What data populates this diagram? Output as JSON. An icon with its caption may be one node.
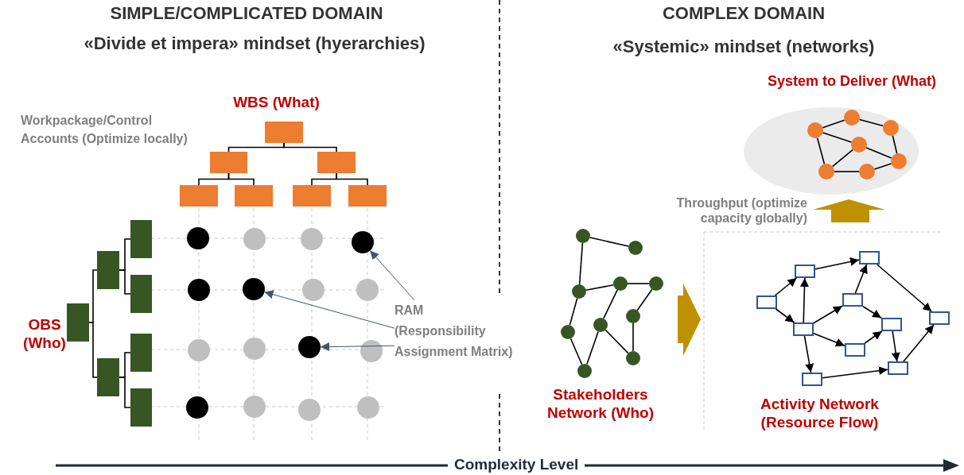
{
  "diagram": {
    "nodes": [
      {
        "text": [],
        "shape": "box"
      },
      {
        "text": [],
        "shape": "box"
      },
      {
        "text": [],
        "shape": "box"
      },
      {
        "text": [],
        "shape": "box"
      },
      {
        "text": [],
        "shape": "box"
      },
      {
        "text": [],
        "shape": "box"
      },
      {
        "text": [],
        "shape": "box"
      },
      {
        "text": [],
        "shape": "box"
      },
      {
        "text": [],
        "shape": "box"
      },
      {
        "text": [],
        "shape": "box"
      },
      {
        "text": [],
        "shape": "box"
      },
      {
        "text": [],
        "shape": "box"
      },
      {
        "text": [],
        "shape": "box"
      },
      {
        "text": [],
        "shape": "box"
      },
      {
        "text": [],
        "shape": "circle"
      },
      {
        "text": [],
        "shape": "circle"
      },
      {
        "text": [],
        "shape": "circle"
      },
      {
        "text": [],
        "shape": "circle"
      },
      {
        "text": [],
        "shape": "circle"
      },
      {
        "text": [],
        "shape": "circle"
      },
      {
        "text": [],
        "shape": "circle"
      },
      {
        "text": [],
        "shape": "circle"
      },
      {
        "text": [],
        "shape": "circle"
      },
      {
        "text": [],
        "shape": "circle"
      },
      {
        "text": [],
        "shape": "circle"
      },
      {
        "text": [],
        "shape": "circle"
      },
      {
        "text": [],
        "shape": "circle"
      },
      {
        "text": [],
        "shape": "circle"
      },
      {
        "text": [],
        "shape": "circle"
      },
      {
        "text": [],
        "shape": "circle"
      },
      {
        "text": [
          "RAM (Responsibility Assignment Matrix)"
        ]
      },
      {
        "text": [
          "System to Deliver (What)"
        ]
      },
      {
        "text": [],
        "shape": "circle",
        "in": 31
      },
      {
        "text": [],
        "shape": "circle",
        "in": 31
      },
      {
        "text": [],
        "shape": "circle",
        "in": 31
      },
      {
        "text": [],
        "shape": "circle",
        "in": 31
      },
      {
        "text": [],
        "shape": "circle",
        "in": 31
      },
      {
        "text": [],
        "shape": "circle",
        "in": 31
      },
      {
        "text": [],
        "shape": "circle",
        "in": 31
      },
      {
        "text": [],
        "shape": "circle"
      },
      {
        "text": [],
        "shape": "circle"
      },
      {
        "text": [],
        "shape": "circle"
      },
      {
        "text": [],
        "shape": "circle"
      },
      {
        "text": [],
        "shape": "circle"
      },
      {
        "text": [],
        "shape": "circle"
      },
      {
        "text": [],
        "shape": "circle"
      },
      {
        "text": [],
        "shape": "circle"
      },
      {
        "text": [],
        "shape": "circle"
      },
      {
        "text": [],
        "shape": "circle"
      },
      {
        "text": [],
        "shape": "box"
      },
      {
        "text": [],
        "shape": "box"
      },
      {
        "text": [],
        "shape": "box"
      },
      {
        "text": [],
        "shape": "box"
      },
      {
        "text": [],
        "shape": "box"
      },
      {
        "text": [],
        "shape": "box"
      },
      {
        "text": [],
        "shape": "box"
      },
      {
        "text": [],
        "shape": "box"
      },
      {
        "text": [],
        "shape": "box"
      },
      {
        "text": [],
        "shape": "box"
      }
    ],
    "edges": [
      {
        "from": 0,
        "to": 1,
        "arrow": "none"
      },
      {
        "from": 0,
        "to": 2,
        "arrow": "none"
      },
      {
        "from": 1,
        "to": 3,
        "arrow": "none"
      },
      {
        "from": 1,
        "to": 4,
        "arrow": "none"
      },
      {
        "from": 2,
        "to": 5,
        "arrow": "none"
      },
      {
        "from": 2,
        "to": 6,
        "arrow": "none"
      },
      {
        "from": 7,
        "to": 8,
        "arrow": "none"
      },
      {
        "from": 7,
        "to": 9,
        "arrow": "none"
      },
      {
        "from": 8,
        "to": 10,
        "arrow": "none"
      },
      {
        "from": 8,
        "to": 11,
        "arrow": "none"
      },
      {
        "from": 9,
        "to": 12,
        "arrow": "none"
      },
      {
        "from": 9,
        "to": 13,
        "arrow": "none"
      },
      {
        "from": 30,
        "to": 17,
        "arrow": "to",
        "color": "#44546a"
      },
      {
        "from": 30,
        "to": 19,
        "arrow": "to",
        "color": "#44546a"
      },
      {
        "from": 30,
        "to": 24,
        "arrow": "to",
        "color": "#44546a"
      },
      {
        "from": 32,
        "to": 33,
        "arrow": "none"
      },
      {
        "from": 33,
        "to": 34,
        "arrow": "none"
      },
      {
        "from": 32,
        "to": 35,
        "arrow": "none"
      },
      {
        "from": 32,
        "to": 37,
        "arrow": "none"
      },
      {
        "from": 35,
        "to": 36,
        "arrow": "none"
      },
      {
        "from": 35,
        "to": 37,
        "arrow": "none"
      },
      {
        "from": 34,
        "to": 36,
        "arrow": "none"
      },
      {
        "from": 36,
        "to": 38,
        "arrow": "none"
      },
      {
        "from": 37,
        "to": 38,
        "arrow": "none"
      },
      {
        "from": 39,
        "to": 40,
        "arrow": "none"
      },
      {
        "from": 39,
        "to": 41,
        "arrow": "none"
      },
      {
        "from": 41,
        "to": 42,
        "arrow": "none"
      },
      {
        "from": 42,
        "to": 43,
        "arrow": "none"
      },
      {
        "from": 41,
        "to": 46,
        "arrow": "none"
      },
      {
        "from": 46,
        "to": 48,
        "arrow": "none"
      },
      {
        "from": 42,
        "to": 45,
        "arrow": "none"
      },
      {
        "from": 45,
        "to": 48,
        "arrow": "none"
      },
      {
        "from": 45,
        "to": 47,
        "arrow": "none"
      },
      {
        "from": 43,
        "to": 44,
        "arrow": "none"
      },
      {
        "from": 44,
        "to": 47,
        "arrow": "none"
      },
      {
        "from": 49,
        "to": 50,
        "arrow": "to"
      },
      {
        "from": 49,
        "to": 51,
        "arrow": "to"
      },
      {
        "from": 51,
        "to": 50,
        "arrow": "to"
      },
      {
        "from": 50,
        "to": 53,
        "arrow": "to"
      },
      {
        "from": 51,
        "to": 54,
        "arrow": "to"
      },
      {
        "from": 51,
        "to": 55,
        "arrow": "to"
      },
      {
        "from": 51,
        "to": 52,
        "arrow": "to"
      },
      {
        "from": 54,
        "to": 53,
        "arrow": "to"
      },
      {
        "from": 54,
        "to": 56,
        "arrow": "to"
      },
      {
        "from": 55,
        "to": 56,
        "arrow": "to"
      },
      {
        "from": 56,
        "to": 57,
        "arrow": "to"
      },
      {
        "from": 52,
        "to": 57,
        "arrow": "to"
      },
      {
        "from": 53,
        "to": 58,
        "arrow": "to"
      },
      {
        "from": 57,
        "to": 58,
        "arrow": "to"
      }
    ],
    "labels": [
      "SIMPLE/COMPLICATED DOMAIN",
      "«Divide et impera» mindset (hyerarchies)",
      "COMPLEX DOMAIN",
      "«Systemic» mindset (networks)",
      "WBS (What)",
      "Workpackage/Control Accounts (Optimize locally)",
      "OBS (Who)",
      "Throughput (optimize capacity globally)",
      "Stakeholders Network (Who)",
      "Activity Network (Resource Flow)",
      "Complexity Level"
    ]
  }
}
